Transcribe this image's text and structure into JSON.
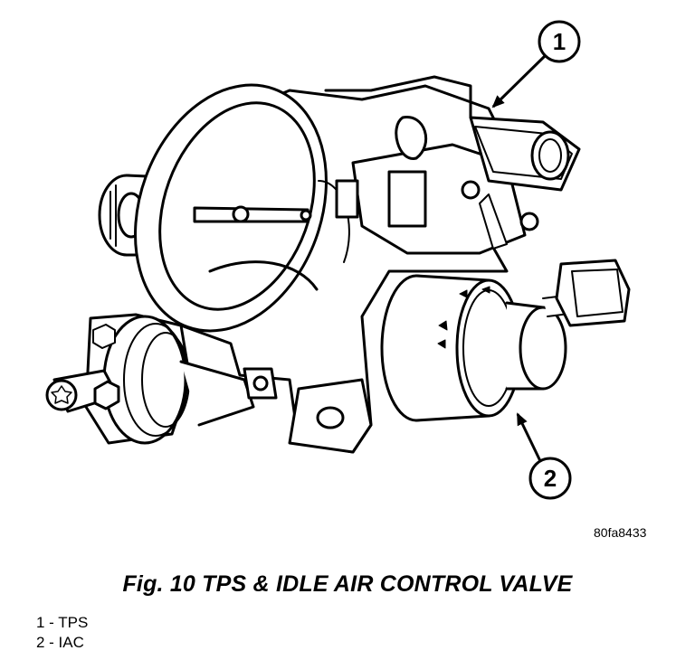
{
  "callouts": [
    {
      "number": "1"
    },
    {
      "number": "2"
    }
  ],
  "reference_code": "80fa8433",
  "caption": "Fig. 10 TPS & IDLE AIR CONTROL VALVE",
  "legend": [
    {
      "label": "1 - TPS"
    },
    {
      "label": "2 - IAC"
    }
  ]
}
